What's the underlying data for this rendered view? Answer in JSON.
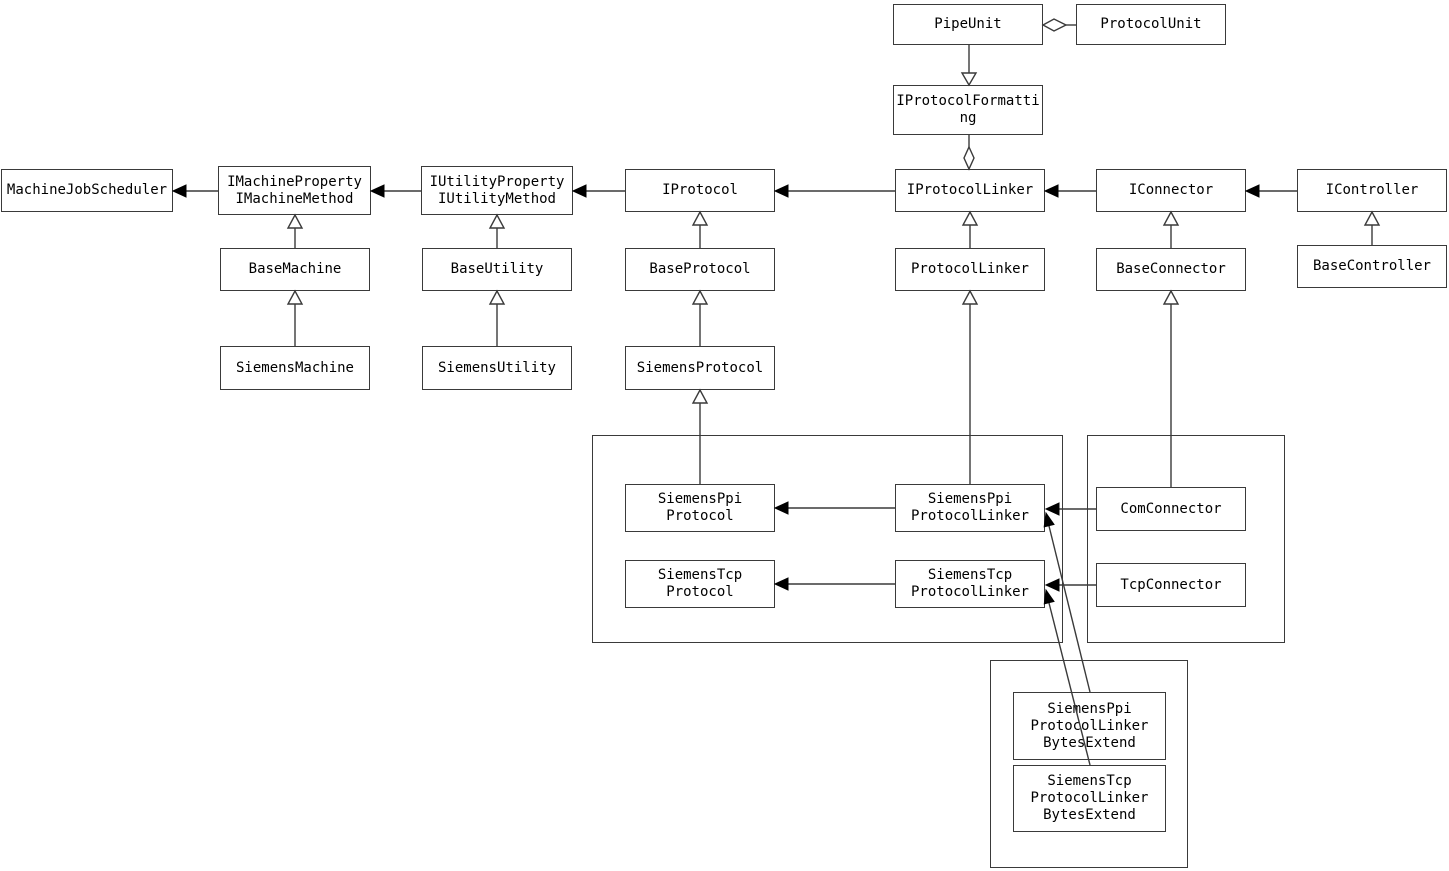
{
  "diagram": {
    "kind": "uml-class-diagram",
    "background": "#ffffff",
    "line_color": "#3a3a3a",
    "text_color": "#000000"
  },
  "nodes": {
    "pipeUnit": "PipeUnit",
    "protocolUnit": "ProtocolUnit",
    "iProtocolFormatting": "IProtocolFormatti\nng",
    "machineJobScheduler": "MachineJobScheduler",
    "iMachine": "IMachineProperty\nIMachineMethod",
    "iUtility": "IUtilityProperty\nIUtilityMethod",
    "iProtocol": "IProtocol",
    "iProtocolLinker": "IProtocolLinker",
    "iConnector": "IConnector",
    "iController": "IController",
    "baseMachine": "BaseMachine",
    "baseUtility": "BaseUtility",
    "baseProtocol": "BaseProtocol",
    "protocolLinker": "ProtocolLinker",
    "baseConnector": "BaseConnector",
    "baseController": "BaseController",
    "siemensMachine": "SiemensMachine",
    "siemensUtility": "SiemensUtility",
    "siemensProtocol": "SiemensProtocol",
    "siemensPpiProtocol": "SiemensPpi\nProtocol",
    "siemensTcpProtocol": "SiemensTcp\nProtocol",
    "siemensPpiProtocolLinker": "SiemensPpi\nProtocolLinker",
    "siemensTcpProtocolLinker": "SiemensTcp\nProtocolLinker",
    "comConnector": "ComConnector",
    "tcpConnector": "TcpConnector",
    "siemensPpiBytesExtend": "SiemensPpi\nProtocolLinker\nBytesExtend",
    "siemensTcpBytesExtend": "SiemensTcp\nProtocolLinker\nBytesExtend"
  },
  "edges": [
    {
      "from": "PipeUnit",
      "to": "ProtocolUnit",
      "type": "aggregation-diamond"
    },
    {
      "from": "PipeUnit",
      "to": "IProtocolFormatting",
      "type": "hollow-triangle-down"
    },
    {
      "from": "IProtocolFormatting",
      "to": "IProtocolLinker",
      "type": "aggregation-diamond"
    },
    {
      "from": "IMachineProperty/IMachineMethod",
      "to": "MachineJobScheduler",
      "type": "solid-arrow"
    },
    {
      "from": "IUtilityProperty/IUtilityMethod",
      "to": "IMachineProperty/IMachineMethod",
      "type": "solid-arrow"
    },
    {
      "from": "IProtocol",
      "to": "IUtilityProperty/IUtilityMethod",
      "type": "solid-arrow"
    },
    {
      "from": "IProtocolLinker",
      "to": "IProtocol",
      "type": "solid-arrow"
    },
    {
      "from": "IConnector",
      "to": "IProtocolLinker",
      "type": "solid-arrow"
    },
    {
      "from": "IController",
      "to": "IConnector",
      "type": "solid-arrow"
    },
    {
      "from": "BaseMachine",
      "to": "IMachineProperty/IMachineMethod",
      "type": "inheritance"
    },
    {
      "from": "BaseUtility",
      "to": "IUtilityProperty/IUtilityMethod",
      "type": "inheritance"
    },
    {
      "from": "BaseProtocol",
      "to": "IProtocol",
      "type": "inheritance"
    },
    {
      "from": "ProtocolLinker",
      "to": "IProtocolLinker",
      "type": "inheritance"
    },
    {
      "from": "BaseConnector",
      "to": "IConnector",
      "type": "inheritance"
    },
    {
      "from": "BaseController",
      "to": "IController",
      "type": "inheritance"
    },
    {
      "from": "SiemensMachine",
      "to": "BaseMachine",
      "type": "inheritance"
    },
    {
      "from": "SiemensUtility",
      "to": "BaseUtility",
      "type": "inheritance"
    },
    {
      "from": "SiemensProtocol",
      "to": "BaseProtocol",
      "type": "inheritance"
    },
    {
      "from": "SiemensPpiProtocol",
      "to": "SiemensProtocol",
      "type": "inheritance"
    },
    {
      "from": "SiemensPpiProtocolLinker",
      "to": "ProtocolLinker",
      "type": "inheritance"
    },
    {
      "from": "ComConnector",
      "to": "BaseConnector",
      "type": "inheritance"
    },
    {
      "from": "SiemensPpiProtocolLinker",
      "to": "SiemensPpiProtocol",
      "type": "solid-arrow"
    },
    {
      "from": "SiemensTcpProtocolLinker",
      "to": "SiemensTcpProtocol",
      "type": "solid-arrow"
    },
    {
      "from": "ComConnector",
      "to": "SiemensPpiProtocolLinker",
      "type": "solid-arrow"
    },
    {
      "from": "TcpConnector",
      "to": "SiemensTcpProtocolLinker",
      "type": "solid-arrow"
    },
    {
      "from": "SiemensPpiProtocolLinkerBytesExtend",
      "to": "SiemensPpiProtocolLinker",
      "type": "solid-arrow"
    },
    {
      "from": "SiemensTcpProtocolLinkerBytesExtend",
      "to": "SiemensTcpProtocolLinker",
      "type": "solid-arrow"
    }
  ]
}
